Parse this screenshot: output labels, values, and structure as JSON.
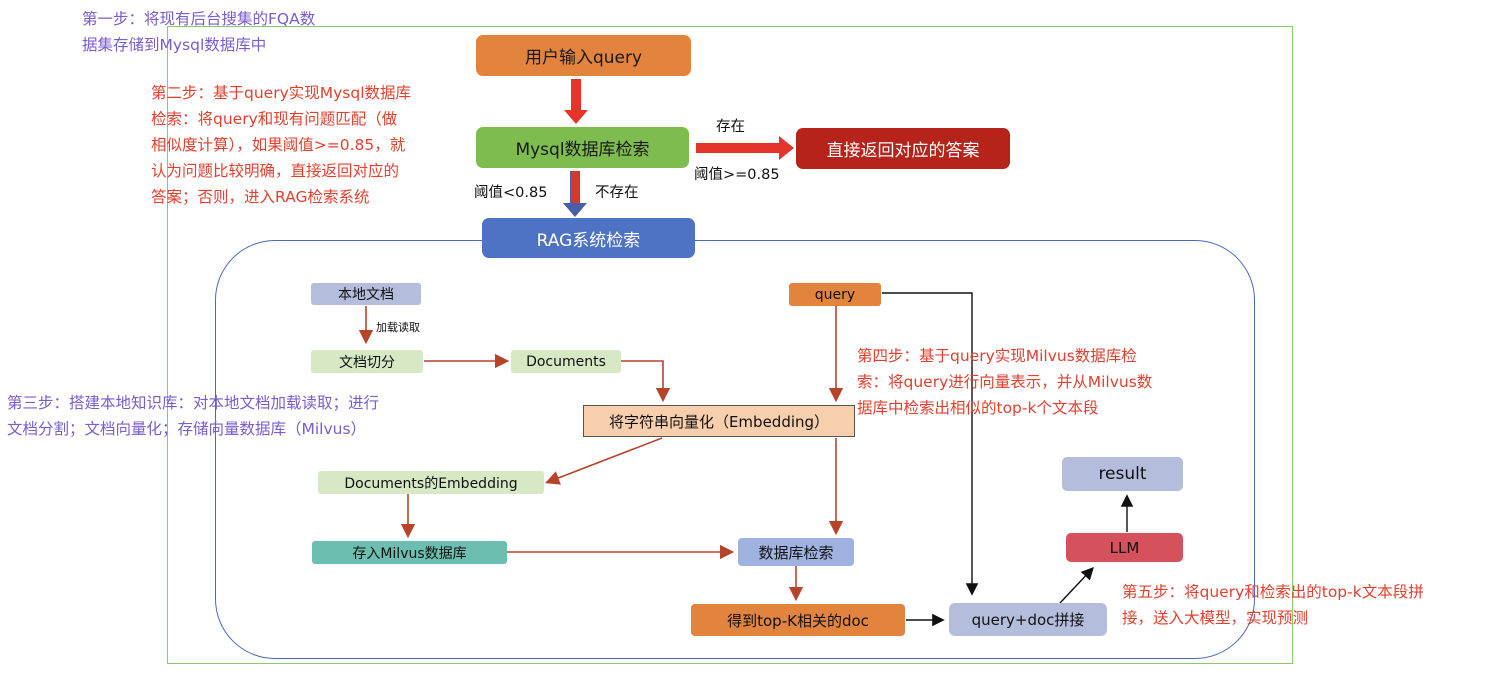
{
  "notes": {
    "step1": [
      "第一步：将现有后台搜集的FQA数",
      "据集存储到Mysql数据库中"
    ],
    "step2": [
      "第二步：基于query实现Mysql数据库",
      "检索：将query和现有问题匹配（做",
      "相似度计算），如果阈值>=0.85，就",
      "认为问题比较明确，直接返回对应的",
      "答案；否则，进入RAG检索系统"
    ],
    "step3": [
      "第三步：搭建本地知识库：对本地文档加载读取；进行",
      "文档分割；文档向量化；存储向量数据库（Milvus）"
    ],
    "step4": [
      "第四步：基于query实现Milvus数据库检",
      "索：将query进行向量表示，并从Milvus数",
      "据库中检索出相似的top-k个文本段"
    ],
    "step5": [
      "第五步：将query和检索出的top-k文本段拼",
      "接，送入大模型，实现预测"
    ]
  },
  "nodes": {
    "user_query": "用户输入query",
    "mysql_search": "Mysql数据库检索",
    "direct_answer": "直接返回对应的答案",
    "rag_search": "RAG系统检索",
    "local_docs": "本地文档",
    "doc_split": "文档切分",
    "documents": "Documents",
    "embedding": "将字符串向量化（Embedding）",
    "query": "query",
    "doc_embedding": "Documents的Embedding",
    "store_milvus": "存入Milvus数据库",
    "db_search": "数据库检索",
    "topk_doc": "得到top-K相关的doc",
    "concat": "query+doc拼接",
    "llm": "LLM",
    "result": "result"
  },
  "edge_labels": {
    "exists": "存在",
    "threshold_high": "阈值>=0.85",
    "threshold_low": "阈值<0.85",
    "not_exists": "不存在",
    "load_read": "加载读取"
  },
  "colors": {
    "orange": "#e2843e",
    "green": "#7fbc4f",
    "dark_red": "#b5231b",
    "blue": "#4e72c4",
    "light_slate": "#b4bedc",
    "light_green": "#d6e8c4",
    "peach": "#f8cfac",
    "teal": "#6cbeb0",
    "periwinkle": "#9fb2e0",
    "crimson": "#d5525d"
  }
}
